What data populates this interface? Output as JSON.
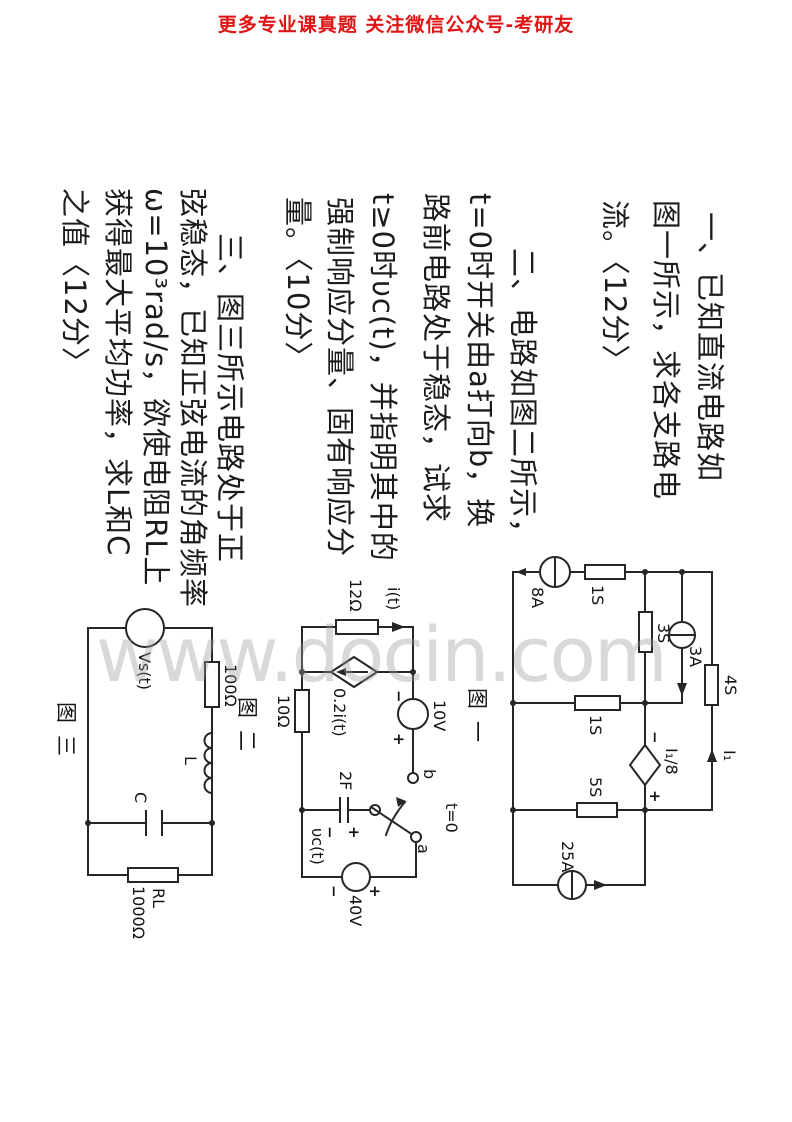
{
  "header": {
    "promo_text": "更多专业课真题 关注微信公众号-考研友",
    "color": "#e01414"
  },
  "watermark": {
    "text": "www.docin.com"
  },
  "questions": [
    {
      "number": "一",
      "lines": [
        "一、已知直流电路如",
        "图一所示，求各支路电",
        "流。〈12分〉"
      ]
    },
    {
      "number": "二",
      "lines": [
        "二、电路如图二所示，",
        "t=0时开关由a打向b，换",
        "路前电路处于稳态，试求",
        "t≥0时υc(t)，并指明其中的",
        "强制响应分量、固有响应分",
        "量。〈10分〉"
      ]
    },
    {
      "number": "三",
      "lines": [
        "三、图三所示电路处于正",
        "弦稳态，已知正弦电流的角频率",
        "ω=10³rad/s，欲使电阻RL上",
        "获得最大平均功率，求L和C",
        "之值〈12分〉"
      ]
    }
  ],
  "figures": {
    "fig1": {
      "caption": "图一",
      "labels": {
        "i8a": "8A",
        "g1a": "1S",
        "g3s": "3S",
        "i3a": "3A",
        "g4s": "4S",
        "i1": "I₁",
        "dep": "I₁/8",
        "dep_minus": "−",
        "dep_plus": "+",
        "g1b": "1S",
        "g5s": "5S",
        "i25a": "25A"
      }
    },
    "fig2": {
      "caption": "图二",
      "labels": {
        "r12": "12Ω",
        "it": "i(t)",
        "dep": "0.2i(t)",
        "r10": "10Ω",
        "v10": "10V",
        "v10_minus": "−",
        "v10_plus": "+",
        "b": "b",
        "a": "a",
        "t0": "t=0",
        "c2f": "2F",
        "vc": "υc(t)",
        "c_plus": "+",
        "c_minus": "−",
        "v40": "40V",
        "v40_plus": "+",
        "v40_minus": "−"
      }
    },
    "fig3": {
      "caption": "图三",
      "labels": {
        "vs": "Vs(t)",
        "r100": "100Ω",
        "l": "L",
        "c": "C",
        "rl": "RL",
        "r1000": "1000Ω"
      }
    }
  }
}
